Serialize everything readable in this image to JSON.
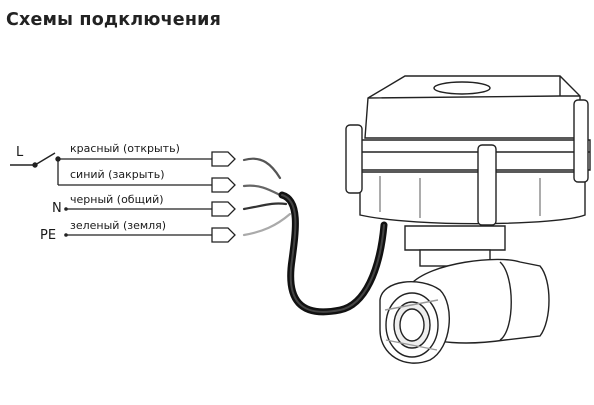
{
  "title": "Схемы подключения",
  "lines": {
    "L": "L",
    "N": "N",
    "PE": "PE"
  },
  "wires": [
    {
      "label": "красный (открыть)",
      "color": "#b22222"
    },
    {
      "label": "синий (закрыть)",
      "color": "#1f4fb5"
    },
    {
      "label": "черный (общий)",
      "color": "#111111"
    },
    {
      "label": "зеленый (земля)",
      "color": "#2e8b3a"
    }
  ]
}
